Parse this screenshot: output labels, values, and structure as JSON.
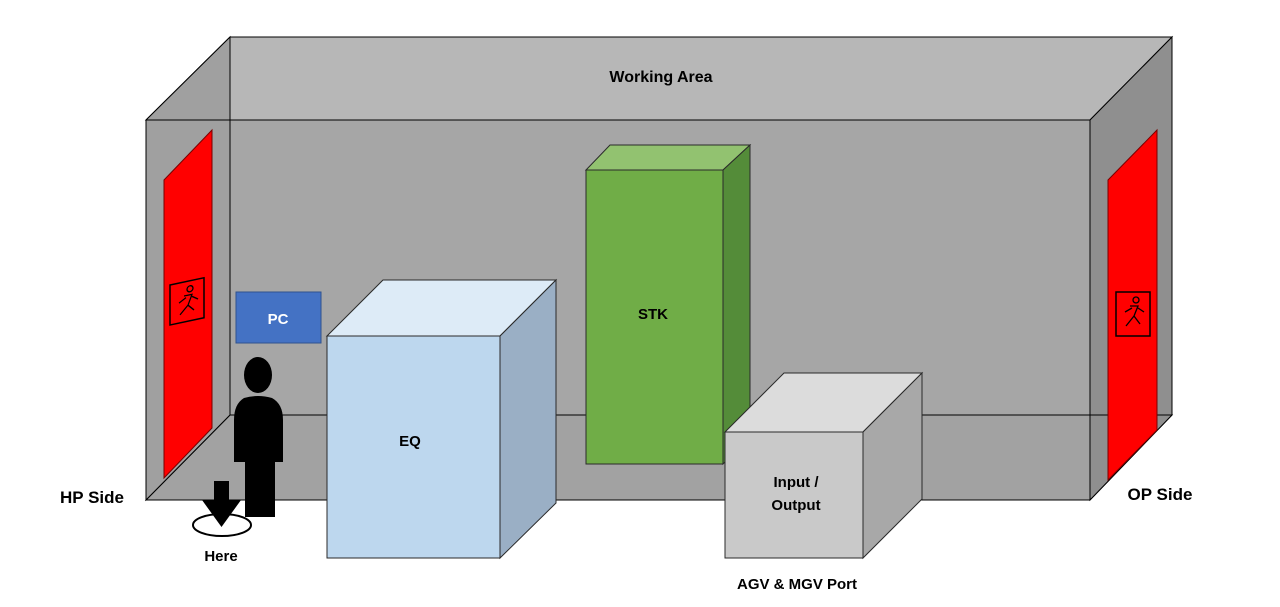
{
  "diagram": {
    "room_label": "Working Area",
    "hp_side": "HP Side",
    "op_side": "OP Side",
    "here": "Here",
    "port_caption": "AGV & MGV Port",
    "blocks": {
      "pc": "PC",
      "eq": "EQ",
      "stk": "STK",
      "io_line1": "Input /",
      "io_line2": "Output"
    },
    "icons": [
      "emergency-exit-icon",
      "person-icon",
      "down-arrow-icon"
    ],
    "colors": {
      "room_ceiling": "#b7b7b7",
      "room_back_wall": "#a6a6a6",
      "room_side_wall": "#8f8f8f",
      "door_red": "#ff0000",
      "pc_blue": "#4472c4",
      "eq_front": "#bdd7ee",
      "stk_front": "#70ad47",
      "io_front": "#c9c9c9"
    }
  }
}
